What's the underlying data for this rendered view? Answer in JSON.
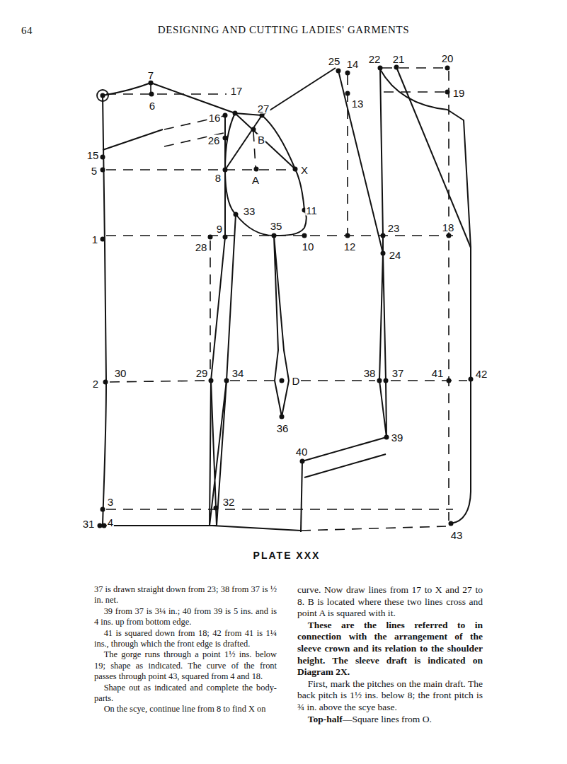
{
  "diagram": {
    "title": "DESIGNING AND CUTTING LADIES' GARMENTS",
    "caption": "PLATE XXX",
    "labels": [
      "64",
      "7",
      "6",
      "17",
      "16",
      "27",
      "26",
      "B",
      "15",
      "5",
      "8",
      "A",
      "X",
      "25",
      "14",
      "13",
      "22",
      "21",
      "20",
      "19",
      "33",
      "11",
      "1",
      "9",
      "28",
      "35",
      "10",
      "12",
      "23",
      "18",
      "24",
      "2",
      "30",
      "29",
      "34",
      "D",
      "38",
      "37",
      "41",
      "42",
      "36",
      "39",
      "40",
      "3",
      "32",
      "31",
      "4",
      "43",
      "37 is drawn straight down from 23; 38 from 37 is ½ in. net.",
      "39 from 37 is 3¼ in.; 40 from 39 is 5 ins. and is 4 ins. up from bottom edge.",
      "41 is squared down from 18; 42 from 41 is 1¼ ins., through which the front edge is drafted.",
      "The gorge runs through a point 1½ ins. below 19; shape as indicated. The curve of the front passes through point 43, squared from 4 and 18.",
      "Shape out as indicated and complete the body-parts.",
      "On the scye, continue line from 8 to find X on",
      "curve. Now draw lines from 17 to X and 27 to 8. B is located where these two lines cross and point A is squared with it.",
      "These are the lines referred to in connection with the arrangement of the sleeve crown and its relation to the shoulder height. The sleeve draft is indicated on Diagram 2X.",
      "First, mark the pitches on the main draft. The back pitch is 1½ ins. below 8; the front pitch is ¾ in. above the scye base.",
      "Top-half",
      "—Square lines from O."
    ]
  }
}
